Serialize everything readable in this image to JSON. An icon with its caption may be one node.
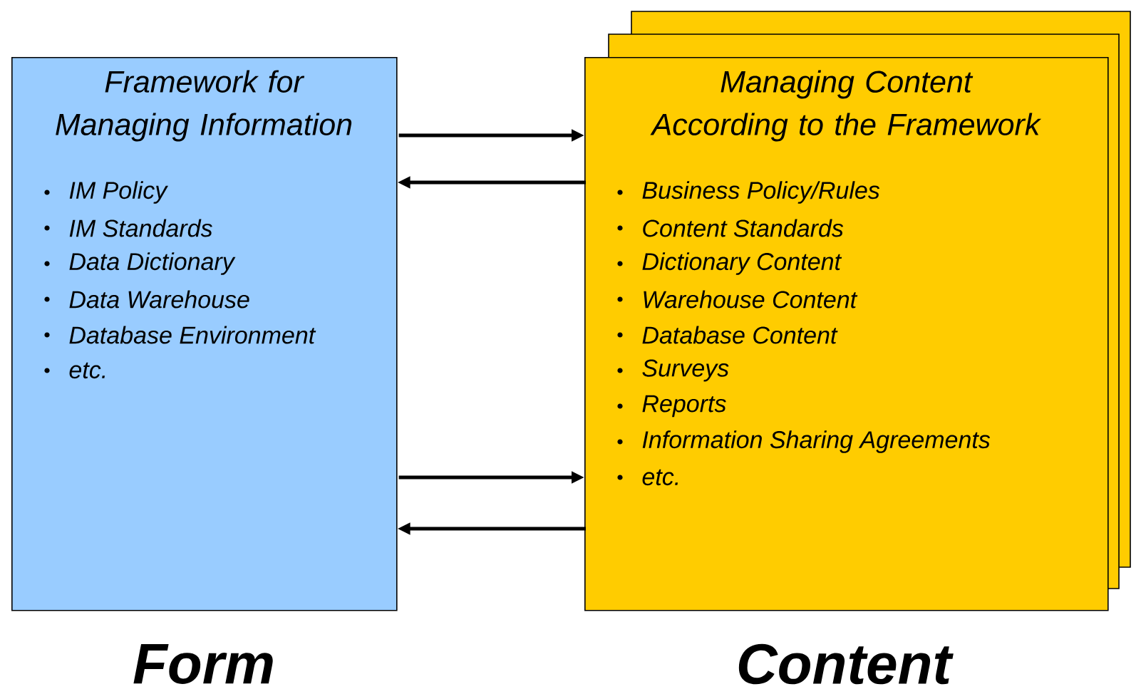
{
  "diagram": {
    "nodes": [
      {
        "text": [
          "Framework for Managing Information",
          "IM Policy",
          "IM Standards",
          "Data Dictionary",
          "Data Warehouse",
          "Database Environment",
          "etc."
        ],
        "beside": [
          "Form"
        ]
      },
      {
        "text": [
          "Managing Content According to the Framework",
          "Business Policy/Rules",
          "Content Standards",
          "Dictionary Content",
          "Warehouse Content",
          "Database Content",
          "Surveys",
          "Reports",
          "Information Sharing Agreements",
          "etc."
        ],
        "beside": [
          "Content"
        ]
      }
    ],
    "edges": [
      {
        "from": 0,
        "to": 1,
        "arrow": "to"
      },
      {
        "from": 1,
        "to": 0,
        "arrow": "to"
      },
      {
        "from": 0,
        "to": 1,
        "arrow": "to"
      },
      {
        "from": 1,
        "to": 0,
        "arrow": "to"
      }
    ]
  }
}
